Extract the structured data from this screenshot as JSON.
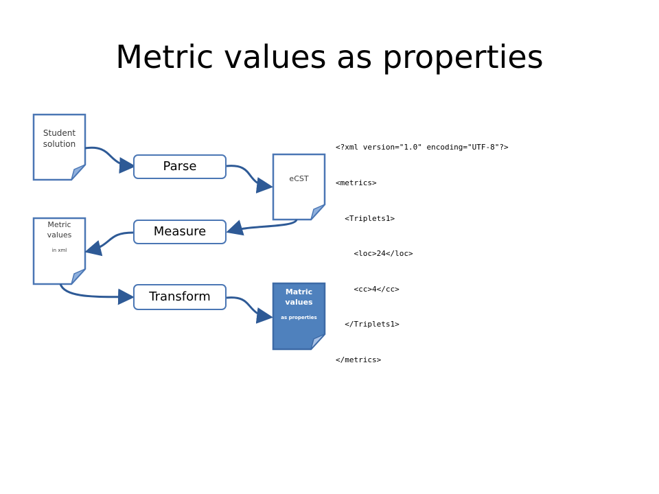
{
  "title": "Metric values as properties",
  "documents": {
    "student_solution": {
      "line1": "Student",
      "line2": "solution"
    },
    "ecst": {
      "label": "eCST"
    },
    "metric_values": {
      "line1": "Metric",
      "line2": "values",
      "note": "in xml"
    },
    "matric_values": {
      "line1": "Matric",
      "line2": "values",
      "note": "as properties"
    }
  },
  "processes": {
    "parse": "Parse",
    "measure": "Measure",
    "transform": "Transform"
  },
  "xml_lines": [
    "<?xml version=\"1.0\" encoding=\"UTF-8\"?>",
    "<metrics>",
    "  <Triplets1>",
    "    <loc>24</loc>",
    "    <cc>4</cc>",
    "  </Triplets1>",
    "</metrics>"
  ],
  "colors": {
    "process_border": "#4a76b4",
    "doc_border": "#4a76b4",
    "doc_fill": "#ffffff",
    "doc_fill_dark": "#4f81bd",
    "arrow": "#2e5a96"
  }
}
